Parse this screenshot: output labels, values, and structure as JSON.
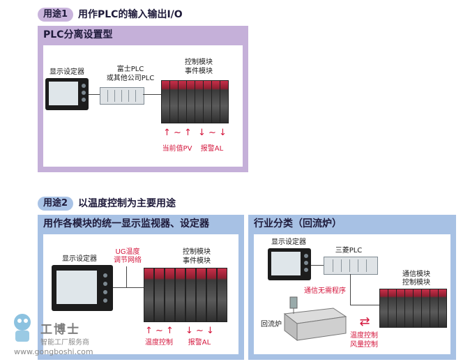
{
  "section1": {
    "badge": "用途1",
    "heading": "用作PLC的输入输出I/O",
    "panel_title": "PLC分离设置型",
    "hmi_label": "显示设定器",
    "plc_label_1": "富士PLC",
    "plc_label_2": "或其他公司PLC",
    "module_label_1": "控制模块",
    "module_label_2": "事件模块",
    "arrows_up": "↑ ~ ↑",
    "arrows_down": "↓ ~ ↓",
    "pv_label": "当前值PV",
    "al_label": "报警AL"
  },
  "section2": {
    "badge": "用途2",
    "heading": "以温度控制为主要用途",
    "left_panel": {
      "title": "用作各模块的统一显示监视器、设定器",
      "hmi_label": "显示设定器",
      "ug_label_1": "UG温度",
      "ug_label_2": "调节网络",
      "module_label_1": "控制模块",
      "module_label_2": "事件模块",
      "arrows_up": "↑ ~ ↑",
      "arrows_down": "↓ ~ ↓",
      "temp_label": "温度控制",
      "al_label": "报警AL"
    },
    "right_panel": {
      "title": "行业分类（回流炉）",
      "hmi_label": "显示设定器",
      "plc_label": "三菱PLC",
      "comm_label": "通信无需程序",
      "module_label_1": "通信模块",
      "module_label_2": "控制模块",
      "oven_label": "回流炉",
      "arrows": "⇄",
      "ctrl_label_1": "温度控制",
      "ctrl_label_2": "风量控制"
    }
  },
  "watermark": {
    "brand": "工博士",
    "slogan": "智能工厂服务商",
    "url": "www.gongboshi.com"
  },
  "colors": {
    "purple_frame": "#c5b0d9",
    "blue_frame": "#a7c1e4",
    "accent_red": "#d4163c"
  }
}
